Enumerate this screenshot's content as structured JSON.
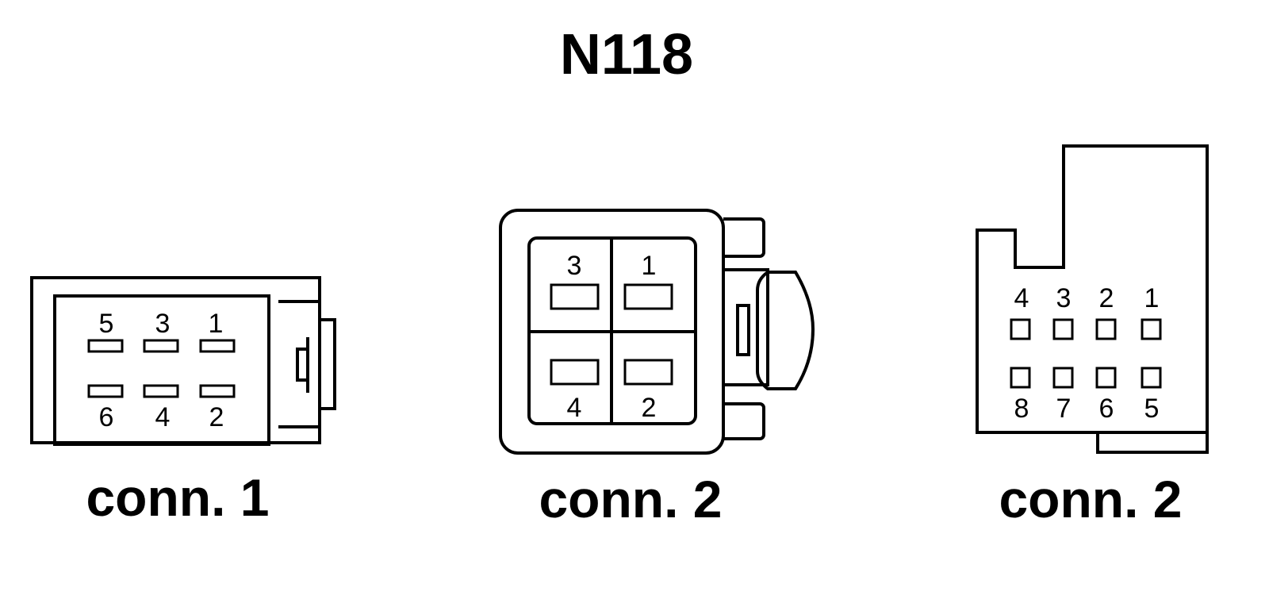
{
  "diagram": {
    "title": "N118",
    "colors": {
      "line": "#000000",
      "background": "#ffffff"
    },
    "connectors": [
      {
        "label": "conn. 1",
        "pins_top": [
          "5",
          "3",
          "1"
        ],
        "pins_bottom": [
          "6",
          "4",
          "2"
        ]
      },
      {
        "label": "conn. 2",
        "pins_top": [
          "3",
          "1"
        ],
        "pins_bottom": [
          "4",
          "2"
        ]
      },
      {
        "label": "conn. 2",
        "pins_top": [
          "4",
          "3",
          "2",
          "1"
        ],
        "pins_bottom": [
          "8",
          "7",
          "6",
          "5"
        ]
      }
    ]
  }
}
